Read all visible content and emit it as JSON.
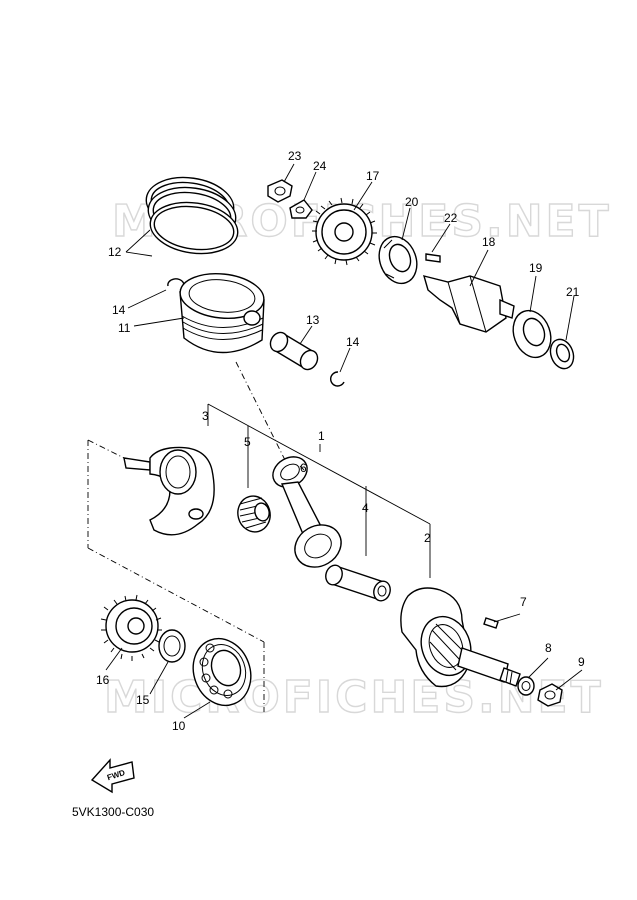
{
  "diagram": {
    "watermark": "MICROFICHES.NET",
    "code": "5VK1300-C030",
    "fwd_label": "FWD",
    "callouts": {
      "c1": "1",
      "c2": "2",
      "c3": "3",
      "c4": "4",
      "c5": "5",
      "c6": "6",
      "c7": "7",
      "c8": "8",
      "c9": "9",
      "c10": "10",
      "c11": "11",
      "c12": "12",
      "c13": "13",
      "c14a": "14",
      "c14b": "14",
      "c15": "15",
      "c16": "16",
      "c17": "17",
      "c18": "18",
      "c19": "19",
      "c20": "20",
      "c21": "21",
      "c22": "22",
      "c23": "23",
      "c24": "24"
    }
  }
}
